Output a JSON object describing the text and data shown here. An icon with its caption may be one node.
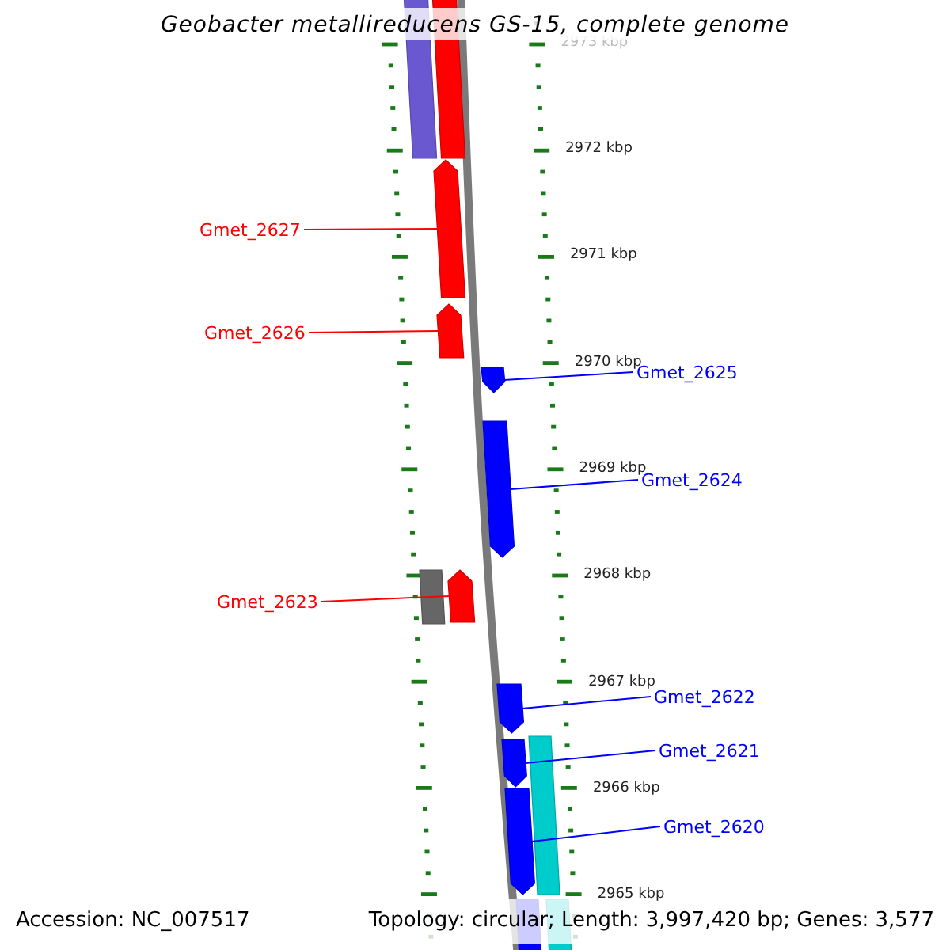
{
  "diagram": {
    "title": "Geobacter metallireducens GS-15, complete genome",
    "nodes": [
      {
        "text": [],
        "shape": "bar"
      },
      {
        "text": [],
        "shape": "bar"
      },
      {
        "text": [],
        "shape": "pentagon"
      },
      {
        "text": [],
        "shape": "pentagon"
      },
      {
        "text": [],
        "shape": "pentagon"
      },
      {
        "text": [],
        "shape": "pentagon"
      },
      {
        "text": [],
        "shape": "bar"
      },
      {
        "text": [],
        "shape": "pentagon"
      },
      {
        "text": [],
        "shape": "pentagon"
      },
      {
        "text": [],
        "shape": "pentagon"
      },
      {
        "text": [],
        "shape": "bar"
      },
      {
        "text": [],
        "shape": "pentagon"
      },
      {
        "text": [],
        "shape": "bar"
      },
      {
        "text": [],
        "shape": "bar"
      },
      {
        "text": [
          "Gmet_2627"
        ]
      },
      {
        "text": [
          "Gmet_2626"
        ]
      },
      {
        "text": [
          "Gmet_2625"
        ]
      },
      {
        "text": [
          "Gmet_2624"
        ]
      },
      {
        "text": [
          "Gmet_2623"
        ]
      },
      {
        "text": [
          "Gmet_2622"
        ]
      },
      {
        "text": [
          "Gmet_2621"
        ]
      },
      {
        "text": [
          "Gmet_2620"
        ]
      }
    ],
    "edges": [
      {
        "from": 14,
        "to": 2,
        "arrow": "none",
        "color": "#ff0000"
      },
      {
        "from": 15,
        "to": 3,
        "arrow": "none",
        "color": "#ff0000"
      },
      {
        "from": 16,
        "to": 4,
        "arrow": "none",
        "color": "#0000ff"
      },
      {
        "from": 17,
        "to": 5,
        "arrow": "none",
        "color": "#0000ff"
      },
      {
        "from": 18,
        "to": 7,
        "arrow": "none",
        "color": "#ff0000"
      },
      {
        "from": 19,
        "to": 8,
        "arrow": "none",
        "color": "#0000ff"
      },
      {
        "from": 20,
        "to": 9,
        "arrow": "none",
        "color": "#0000ff"
      },
      {
        "from": 21,
        "to": 11,
        "arrow": "none",
        "color": "#0000ff"
      }
    ],
    "labels": [
      "2973 kbp",
      "2972 kbp",
      "2971 kbp",
      "2970 kbp",
      "2969 kbp",
      "2968 kbp",
      "2967 kbp",
      "2966 kbp",
      "2965 kbp",
      "Accession: NC_007517",
      "Topology: circular; Length: 3,997,420 bp; Genes: 3,577"
    ]
  }
}
